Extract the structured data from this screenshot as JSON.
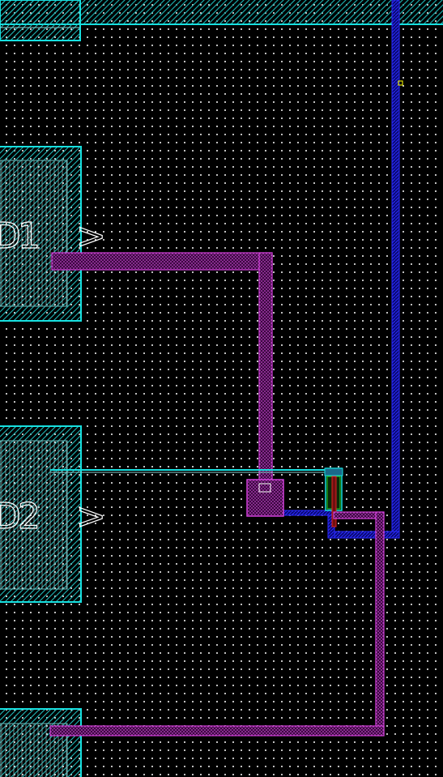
{
  "canvas": {
    "background": "#000000",
    "grid_color": "#ffffff"
  },
  "layers": {
    "boundary": {
      "color": "#17e0e0"
    },
    "metal1": {
      "color": "#1a1aff"
    },
    "metal2": {
      "color": "#c030c8"
    },
    "poly": {
      "color": "#d02020"
    },
    "active": {
      "color": "#20c020"
    },
    "marker": {
      "color": "#e0e000"
    }
  },
  "pins": [
    {
      "id": "pin-1",
      "label": "D1",
      "glyph": ">"
    },
    {
      "id": "pin-2",
      "label": "D2",
      "glyph": ">"
    },
    {
      "id": "pin-3",
      "label": "",
      "glyph": ""
    }
  ]
}
